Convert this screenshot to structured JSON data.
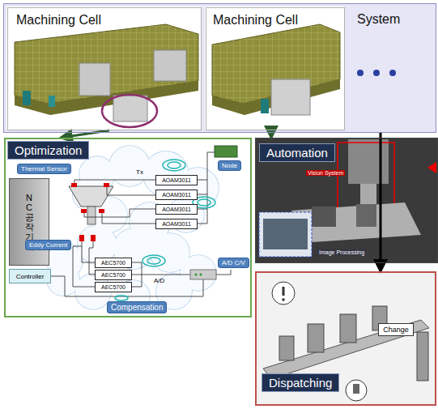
{
  "diagram": {
    "nodes": [
      {
        "text": [
          "System"
        ]
      },
      {
        "text": [
          "Machining Cell"
        ],
        "in": 0
      },
      {
        "text": [
          "Machining Cell"
        ],
        "in": 0
      },
      {
        "text": [
          "Optimization"
        ]
      },
      {
        "text": [
          "Thermal Sensor"
        ],
        "in": 3
      },
      {
        "text": [
          "NC 공작기계"
        ],
        "in": 3
      },
      {
        "text": [
          "AOAM3011"
        ],
        "in": 3
      },
      {
        "text": [
          "AOAM3011"
        ],
        "in": 3
      },
      {
        "text": [
          "AOAM3011"
        ],
        "in": 3
      },
      {
        "text": [
          "AOAM3011"
        ],
        "in": 3
      },
      {
        "text": [
          "AEC5700"
        ],
        "in": 3
      },
      {
        "text": [
          "AEC5700"
        ],
        "in": 3
      },
      {
        "text": [
          "AEC5700"
        ],
        "in": 3
      },
      {
        "text": [
          "Node"
        ],
        "in": 3
      },
      {
        "text": [
          "Eddy Current"
        ],
        "in": 3
      },
      {
        "text": [
          "Controller"
        ],
        "in": 3
      },
      {
        "text": [
          "A/D C/V"
        ],
        "in": 3
      },
      {
        "text": [
          "Compensation"
        ],
        "in": 3
      },
      {
        "text": [
          "Automation"
        ]
      },
      {
        "text": [
          "Dispatching"
        ]
      },
      {
        "text": [
          "Change"
        ],
        "in": 19
      }
    ],
    "edges": [
      {
        "from": 1,
        "to": 3,
        "arrow": "to"
      },
      {
        "from": 2,
        "to": 18,
        "arrow": "to"
      },
      {
        "from": 0,
        "to": 19,
        "arrow": "to"
      }
    ],
    "labels": [
      "Tx",
      "A/D",
      "Vision System",
      "Image Processing"
    ]
  }
}
